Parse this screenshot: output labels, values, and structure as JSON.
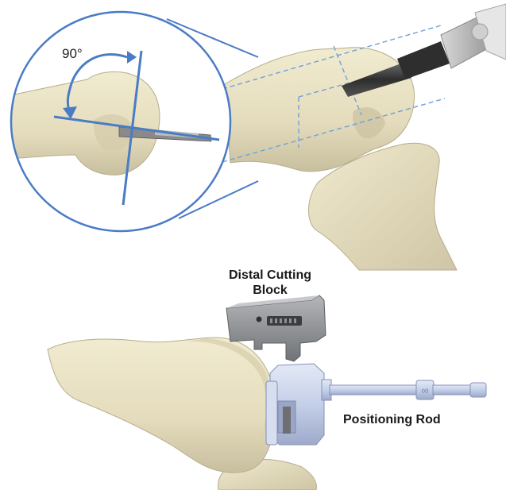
{
  "labels": {
    "angle": "90°",
    "distal_cutting_block_line1": "Distal Cutting",
    "distal_cutting_block_line2": "Block",
    "positioning_rod": "Positioning Rod"
  },
  "colors": {
    "bone": "#e9e2c4",
    "bone_shadow": "#b9b196",
    "guide_lines": "#4a7cc4",
    "cutting_block": "#8f9296",
    "positioning_rod": "#c9d3ea",
    "drill": "#3c3c3c"
  }
}
